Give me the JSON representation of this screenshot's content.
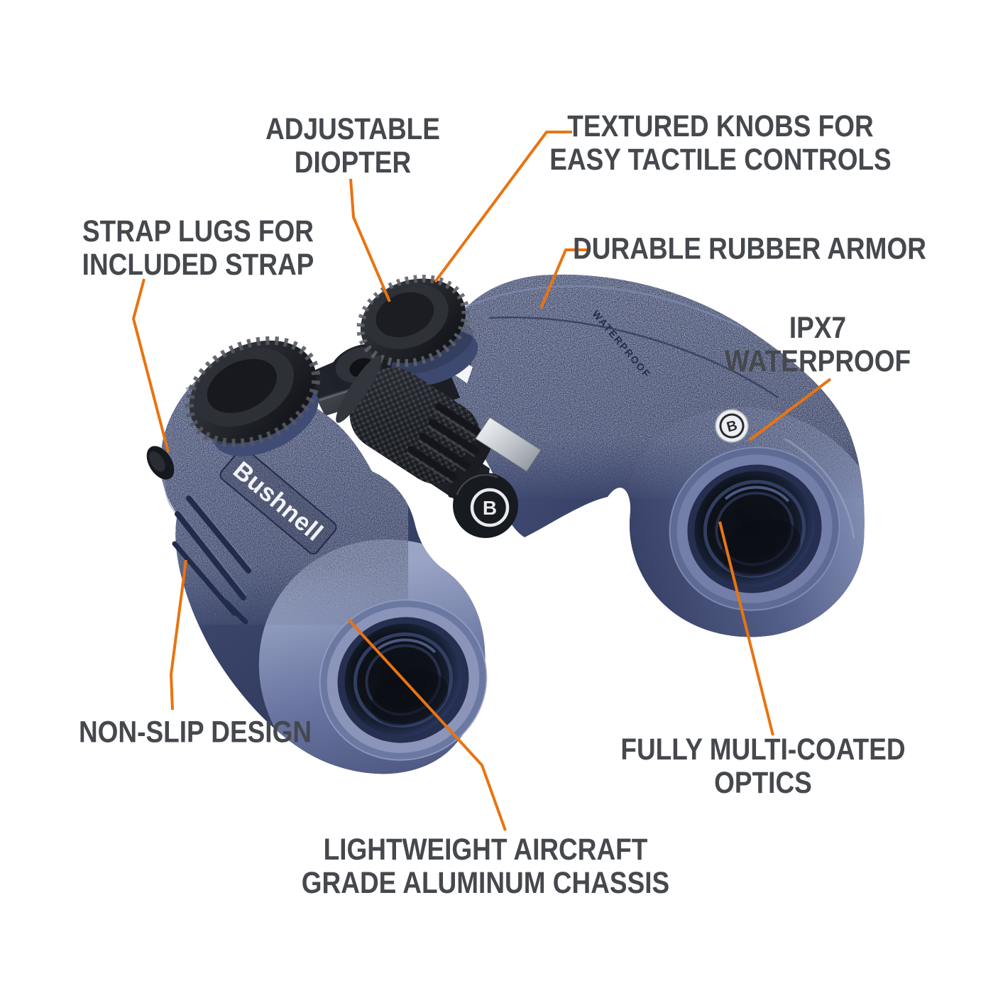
{
  "page": {
    "type": "product-feature-diagram",
    "background": "#FFFFFF"
  },
  "colors": {
    "accent_orange": "#E87411",
    "label_gray": "#45484D",
    "body_navy": "#3A4468",
    "body_light_blue": "#8A96BB",
    "metal_silver": "#D8DCE1",
    "black_parts": "#1A1C21"
  },
  "product": {
    "brand": "Bushnell",
    "engraving": "WATERPROOF",
    "logo_letter": "B"
  },
  "callouts": {
    "adjustable_diopter": {
      "lines": [
        "ADJUSTABLE",
        "DIOPTER"
      ]
    },
    "textured_knobs": {
      "lines": [
        "TEXTURED KNOBS FOR",
        "EASY TACTILE CONTROLS"
      ]
    },
    "strap_lugs": {
      "lines": [
        "STRAP LUGS FOR",
        "INCLUDED STRAP"
      ]
    },
    "durable_rubber_armor": {
      "lines": [
        "DURABLE RUBBER ARMOR"
      ]
    },
    "ipx7_waterproof": {
      "lines": [
        "IPX7",
        "WATERPROOF"
      ]
    },
    "non_slip": {
      "lines": [
        "NON-SLIP DESIGN"
      ]
    },
    "fully_multi_coated": {
      "lines": [
        "FULLY MULTI-COATED",
        "OPTICS"
      ]
    },
    "lightweight_chassis": {
      "lines": [
        "LIGHTWEIGHT AIRCRAFT",
        "GRADE ALUMINUM CHASSIS"
      ]
    }
  }
}
